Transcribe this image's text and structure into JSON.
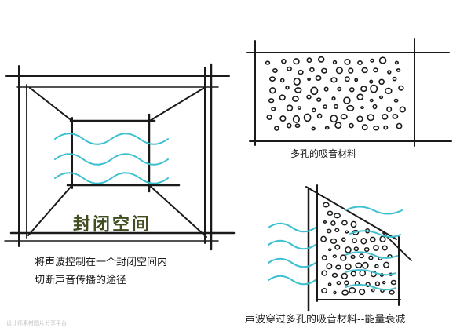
{
  "labels": {
    "sealed_space_title": "封闭空间",
    "sealed_space_caption_1": "将声波控制在一个封闭空间内",
    "sealed_space_caption_2": "切断声音传播的途径",
    "porous_material_caption": "多孔的吸音材料",
    "sound_through_caption": "声波穿过多孔的吸音材料--能量衰减",
    "watermark": "设计师素材图片分享平台"
  },
  "colors": {
    "ink": "#1a1a1a",
    "wave": "#3cc0cf",
    "title": "#3f4d1f"
  }
}
